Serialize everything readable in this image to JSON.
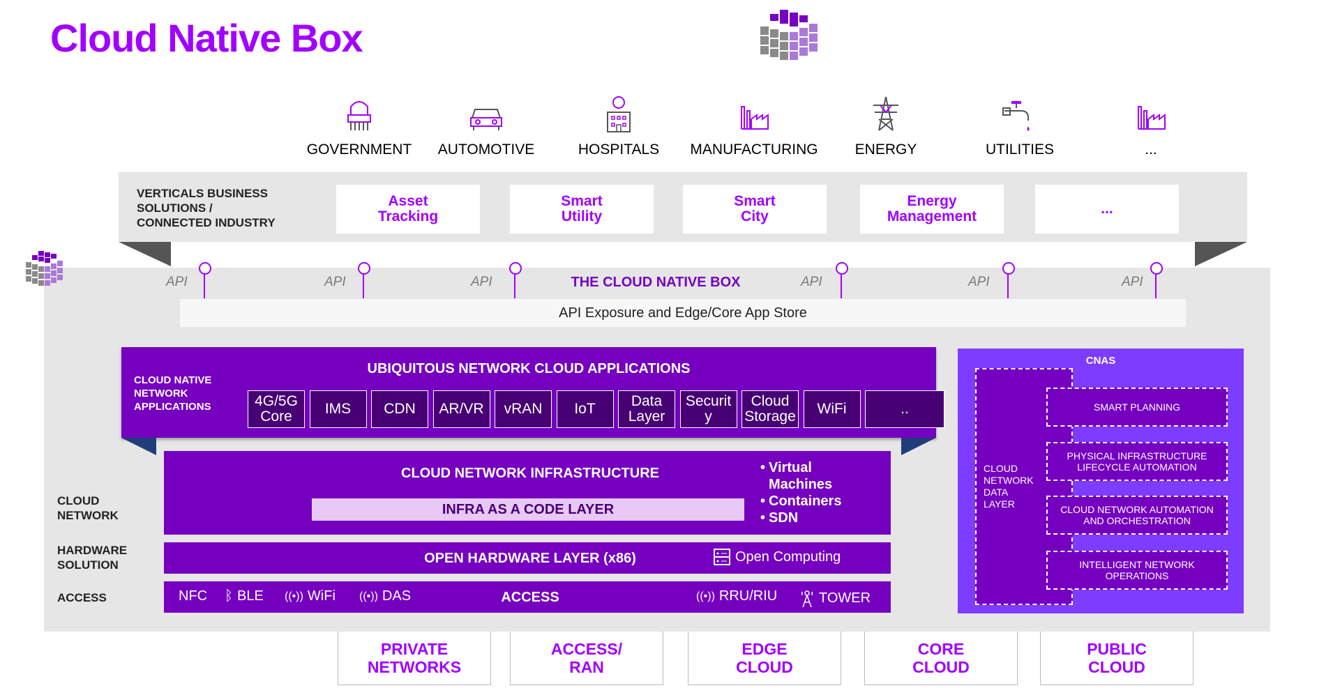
{
  "title": "Cloud Native Box",
  "verticals": [
    {
      "icon": "government-icon",
      "label": "GOVERNMENT"
    },
    {
      "icon": "automotive-icon",
      "label": "AUTOMOTIVE"
    },
    {
      "icon": "hospital-icon",
      "label": "HOSPITALS"
    },
    {
      "icon": "factory-icon",
      "label": "MANUFACTURING"
    },
    {
      "icon": "energy-tower-icon",
      "label": "ENERGY"
    },
    {
      "icon": "water-tap-icon",
      "label": "UTILITIES"
    },
    {
      "icon": "factory-icon",
      "label": "..."
    }
  ],
  "business": {
    "label": "VERTICALS BUSINESS\nSOLUTIONS /\nCONNECTED INDUSTRY",
    "cards": [
      "Asset\nTracking",
      "Smart\nUtility",
      "Smart\nCity",
      "Energy\nManagement",
      "..."
    ]
  },
  "box": {
    "title": "THE CLOUD NATIVE BOX",
    "api_label": "API",
    "store": "API Exposure and Edge/Core App Store"
  },
  "apps": {
    "title": "UBIQUITOUS NETWORK CLOUD APPLICATIONS",
    "side_label": "CLOUD NATIVE\nNETWORK\nAPPLICATIONS",
    "items": [
      "4G/5G\nCore",
      "IMS",
      "CDN",
      "AR/VR",
      "vRAN",
      "IoT",
      "Data\nLayer",
      "Securit\ny",
      "Cloud\nStorage",
      "WiFi",
      ".."
    ]
  },
  "infra": {
    "title": "CLOUD NETWORK INFRASTRUCTURE",
    "code_layer": "INFRA AS A CODE LAYER",
    "bullets": [
      "Virtual\nMachines",
      "Containers",
      "SDN"
    ],
    "side_label": "CLOUD\nNETWORK"
  },
  "hardware": {
    "title": "OPEN HARDWARE LAYER (x86)",
    "open_computing": "Open Computing",
    "side_label": "HARDWARE\nSOLUTION"
  },
  "access": {
    "side_label": "ACCESS",
    "title": "ACCESS",
    "nfc": "NFC",
    "ble": "BLE",
    "wifi": "WiFi",
    "das": "DAS",
    "rru": "RRU/RIU",
    "tower": "TOWER"
  },
  "cnas": {
    "title": "CNAS",
    "data_layer": "CLOUD\nNETWORK\nDATA\nLAYER",
    "items": [
      "SMART PLANNING",
      "PHYSICAL INFRASTRUCTURE\nLIFECYCLE AUTOMATION",
      "CLOUD NETWORK AUTOMATION\nAND ORCHESTRATION",
      "INTELLIGENT NETWORK\nOPERATIONS"
    ]
  },
  "bottom": [
    "PRIVATE\nNETWORKS",
    "ACCESS/\nRAN",
    "EDGE\nCLOUD",
    "CORE\nCLOUD",
    "PUBLIC\nCLOUD"
  ],
  "colors": {
    "accent": "#a100ff",
    "dark_purple": "#460073",
    "purple": "#7500c0",
    "grey": "#e6e6e6"
  }
}
